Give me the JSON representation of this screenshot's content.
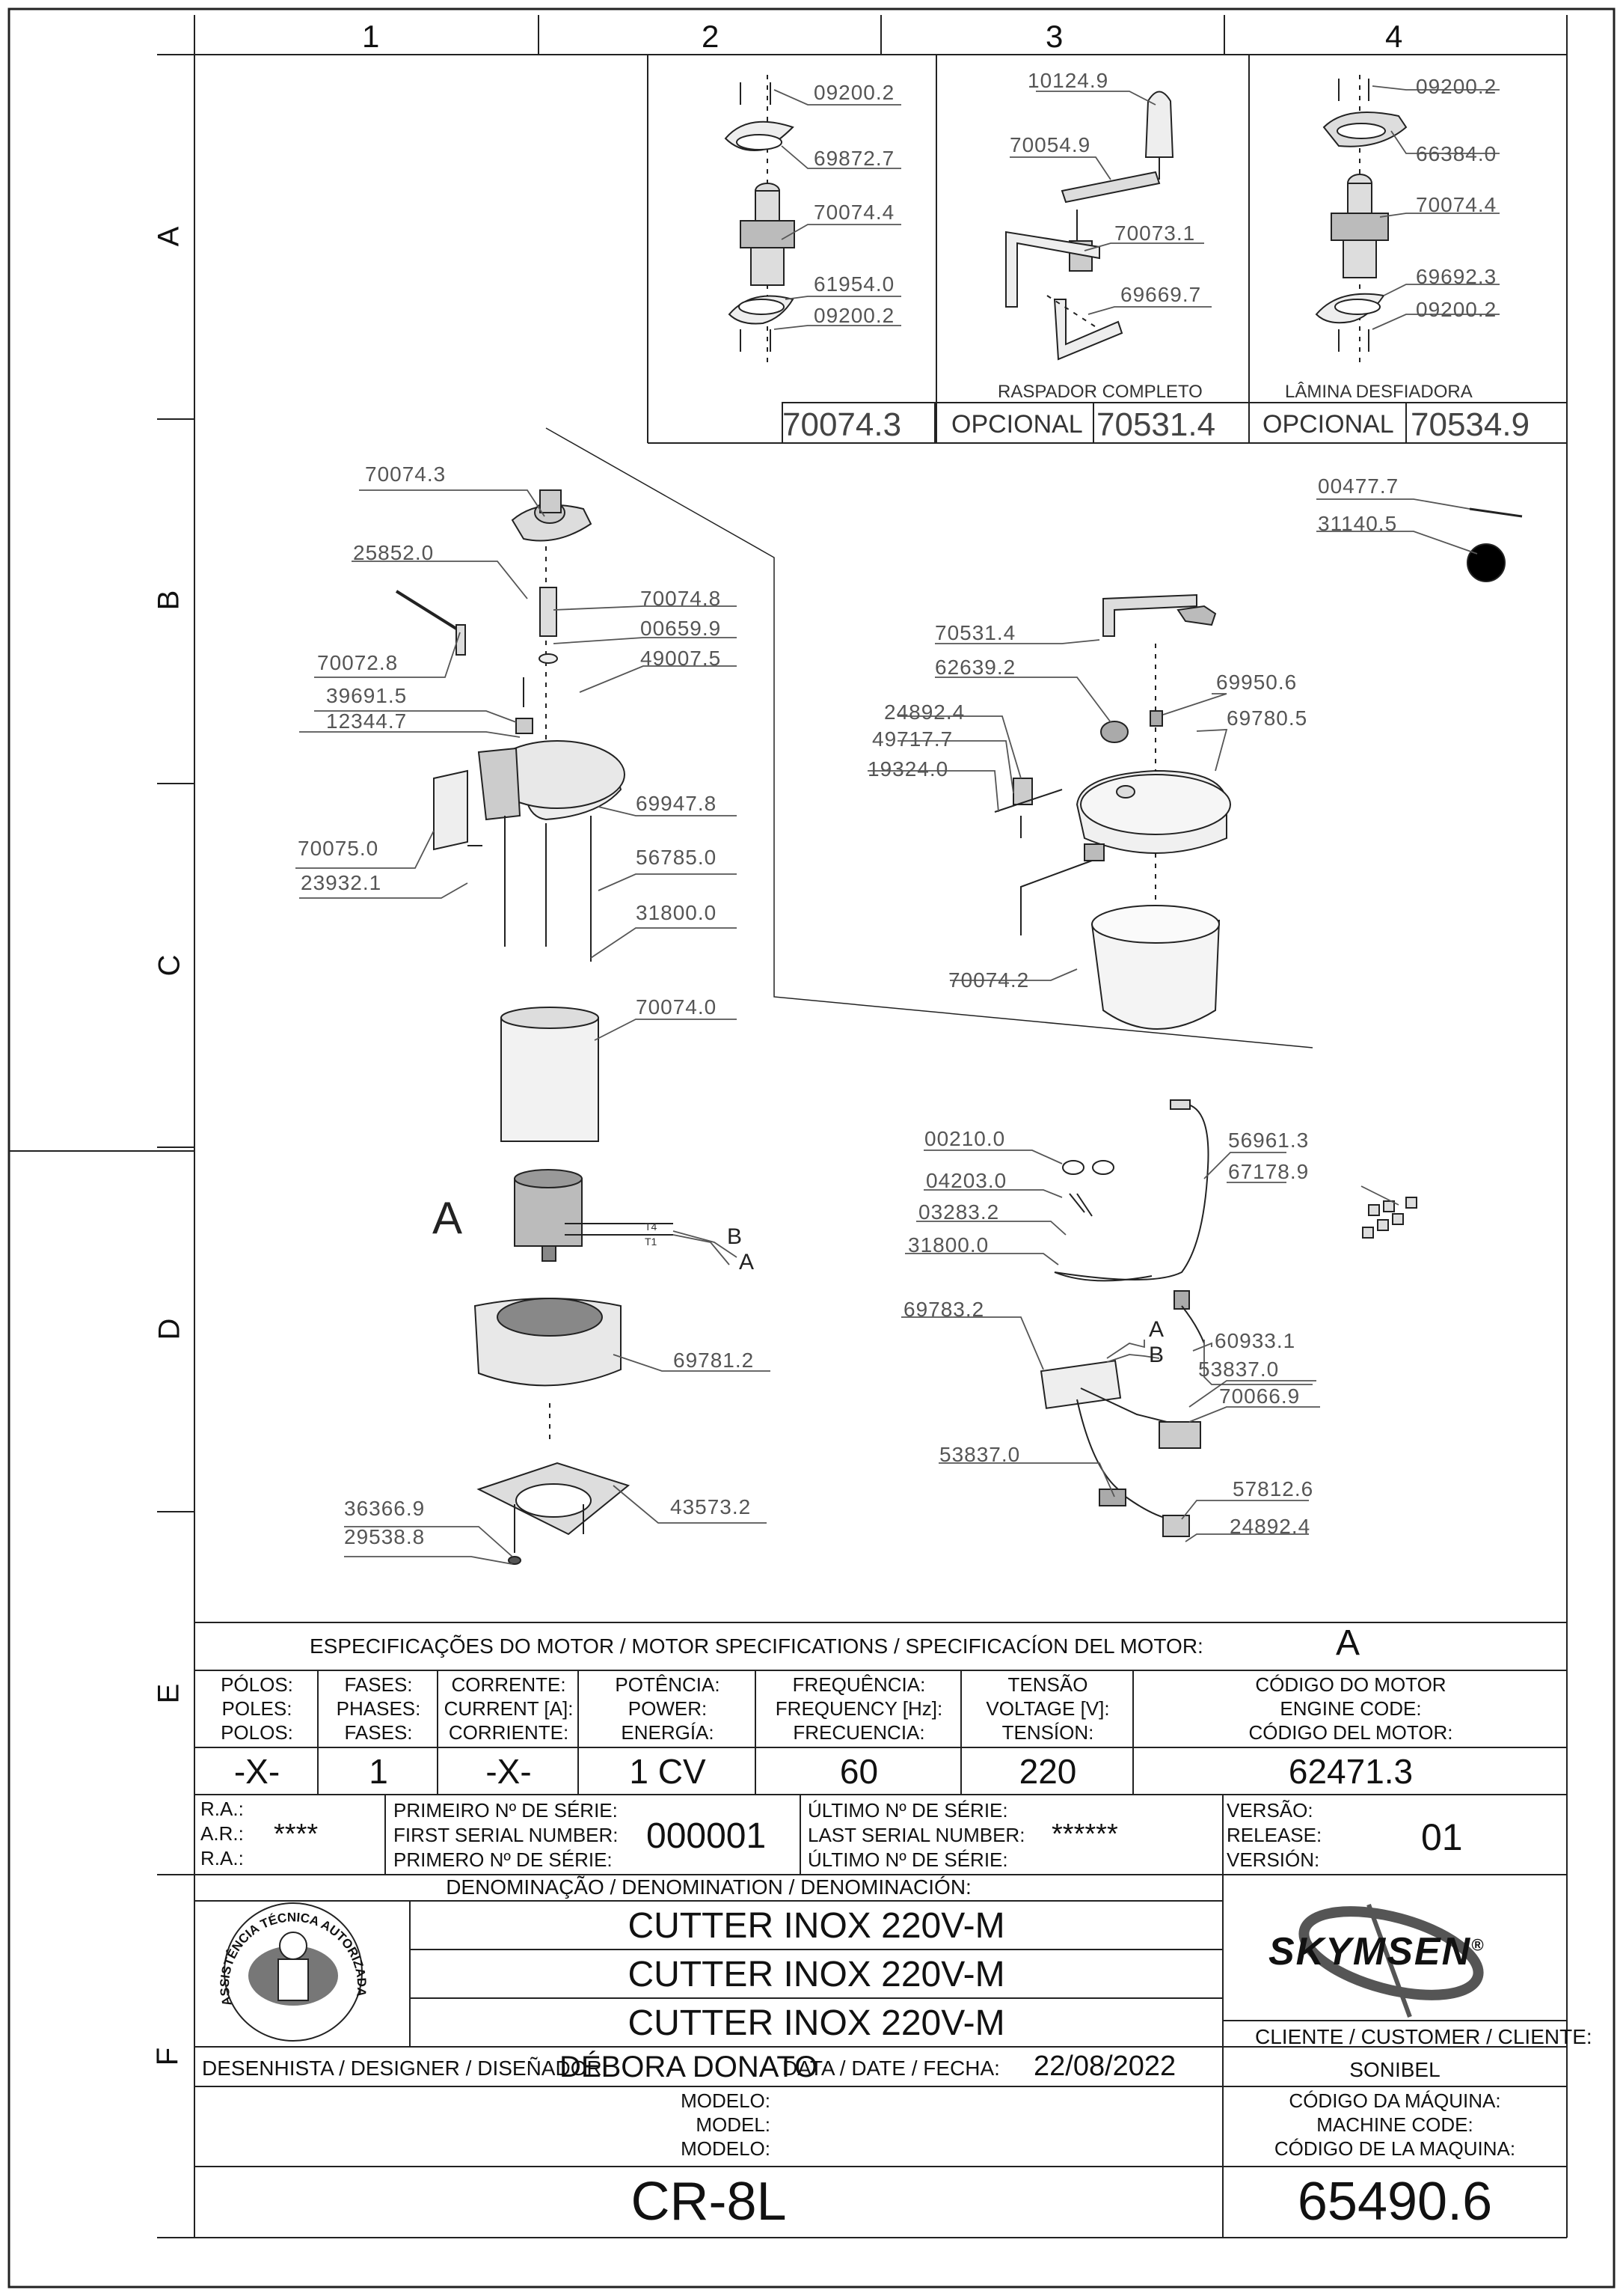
{
  "grid": {
    "columns": [
      "1",
      "2",
      "3",
      "4"
    ],
    "rows": [
      "A",
      "B",
      "C",
      "D",
      "E",
      "F"
    ]
  },
  "parts": {
    "p2": [
      "09200.2",
      "69872.7",
      "70074.4",
      "61954.0",
      "09200.2"
    ],
    "p3": [
      "10124.9",
      "70054.9",
      "70073.1",
      "69669.7"
    ],
    "p4": [
      "09200.2",
      "66384.0",
      "70074.4",
      "69692.3",
      "09200.2"
    ],
    "left": [
      "70074.3",
      "25852.0",
      "70074.8",
      "00659.9",
      "70072.8",
      "49007.5",
      "39691.5",
      "12344.7",
      "69947.8",
      "70075.0",
      "56785.0",
      "23932.1",
      "31800.0",
      "70074.0",
      "69781.2",
      "36366.9",
      "29538.8",
      "43573.2"
    ],
    "right": [
      "00477.7",
      "31140.5",
      "70531.4",
      "62639.2",
      "69950.6",
      "24892.4",
      "69780.5",
      "49717.7",
      "19324.0",
      "70074.2"
    ],
    "electrical": [
      "00210.0",
      "56961.3",
      "04203.0",
      "67178.9",
      "03283.2",
      "31800.0",
      "69783.2",
      "60933.1",
      "53837.0",
      "70066.9",
      "53837.0",
      "57812.6",
      "24892.4"
    ]
  },
  "optional_row": {
    "code1": "70074.3",
    "opt_a": "OPCIONAL",
    "code2": "70531.4",
    "opt_b": "OPCIONAL",
    "code3": "70534.9",
    "cap3": "RASPADOR  COMPLETO",
    "cap4": "LÂMINA  DESFIADORA"
  },
  "motor_labels": {
    "big_a": "A",
    "t4": "T4",
    "t1": "T1",
    "b": "B",
    "a": "A",
    "b2": "A",
    "b3": "B"
  },
  "spec": {
    "title": "ESPECIFICAÇÕES DO MOTOR / MOTOR SPECIFICATIONS / SPECIFICACÍON DEL MOTOR:",
    "motor_ref": "A",
    "headers": [
      [
        "PÓLOS:",
        "POLES:",
        "POLOS:"
      ],
      [
        "FASES:",
        "PHASES:",
        "FASES:"
      ],
      [
        "CORRENTE:",
        "CURRENT [A]:",
        "CORRIENTE:"
      ],
      [
        "POTÊNCIA:",
        "POWER:",
        "ENERGÍA:"
      ],
      [
        "FREQUÊNCIA:",
        "FREQUENCY [Hz]:",
        "FRECUENCIA:"
      ],
      [
        "TENSÃO",
        "VOLTAGE [V]:",
        "TENSÍON:"
      ],
      [
        "CÓDIGO DO MOTOR",
        "ENGINE CODE:",
        "CÓDIGO DEL MOTOR:"
      ]
    ],
    "values": [
      "-X-",
      "1",
      "-X-",
      "1 CV",
      "60",
      "220",
      "62471.3"
    ]
  },
  "serial": {
    "ra": [
      "R.A.:",
      "A.R.:",
      "R.A.:"
    ],
    "ra_value": "****",
    "first_labels": [
      "PRIMEIRO Nº DE SÉRIE:",
      "FIRST SERIAL NUMBER:",
      "PRIMERO Nº DE SÉRIE:"
    ],
    "first_value": "000001",
    "last_labels": [
      "ÚLTIMO Nº DE SÉRIE:",
      "LAST SERIAL NUMBER:",
      "ÚLTIMO Nº DE SÉRIE:"
    ],
    "last_value": "******",
    "version_labels": [
      "VERSÃO:",
      "RELEASE:",
      "VERSIÓN:"
    ],
    "version_value": "01"
  },
  "denomination": {
    "title": "DENOMINAÇÃO / DENOMINATION / DENOMINACIÓN:",
    "lines": [
      "CUTTER INOX 220V-M",
      "CUTTER INOX 220V-M",
      "CUTTER INOX 220V-M"
    ]
  },
  "brand": {
    "name": "SKYMSEN",
    "reg": "®"
  },
  "seal": {
    "text": "ASSISTÊNCIA TÉCNICA AUTORIZADA"
  },
  "client": {
    "label": "CLIENTE / CUSTOMER / CLIENTE:",
    "value": "SONIBEL"
  },
  "designer": {
    "label": "DESENHISTA / DESIGNER / DISEÑADOR:",
    "value": "DÉBORA DONATO",
    "date_label": "DATA / DATE / FECHA:",
    "date_value": "22/08/2022"
  },
  "model": {
    "labels": [
      "MODELO:",
      "MODEL:",
      "MODELO:"
    ],
    "value": "CR-8L"
  },
  "machine_code": {
    "labels": [
      "CÓDIGO DA MÁQUINA:",
      "MACHINE CODE:",
      "CÓDIGO DE LA MAQUINA:"
    ],
    "value": "65490.6"
  },
  "colors": {
    "line": "#222222",
    "label": "#555555",
    "fill_light": "#e8e8e8",
    "fill_mid": "#bdbdbd",
    "fill_dark": "#5a5a5a"
  }
}
